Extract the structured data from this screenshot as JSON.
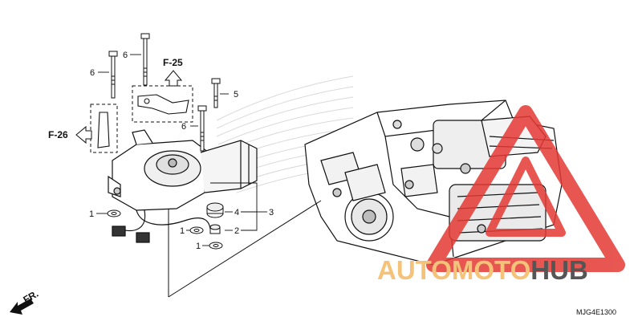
{
  "diagram": {
    "callouts": {
      "washer_a": "1",
      "washer_b": "1",
      "washer_c": "1",
      "collar": "2",
      "assembly": "3",
      "grommet": "4",
      "bolt_short": "5",
      "bolt_left": "6",
      "bolt_top": "6",
      "bolt_mid": "6"
    },
    "references": {
      "up": "F-25",
      "left": "F-26"
    },
    "direction_label": "FR.",
    "part_code": "MJG4E1300"
  },
  "watermark": {
    "text_part1": "AUTOMOTO",
    "text_part2": "HUB",
    "color_main": "#f5c27a",
    "color_dark": "#555555",
    "triangle_color": "#e53935"
  }
}
